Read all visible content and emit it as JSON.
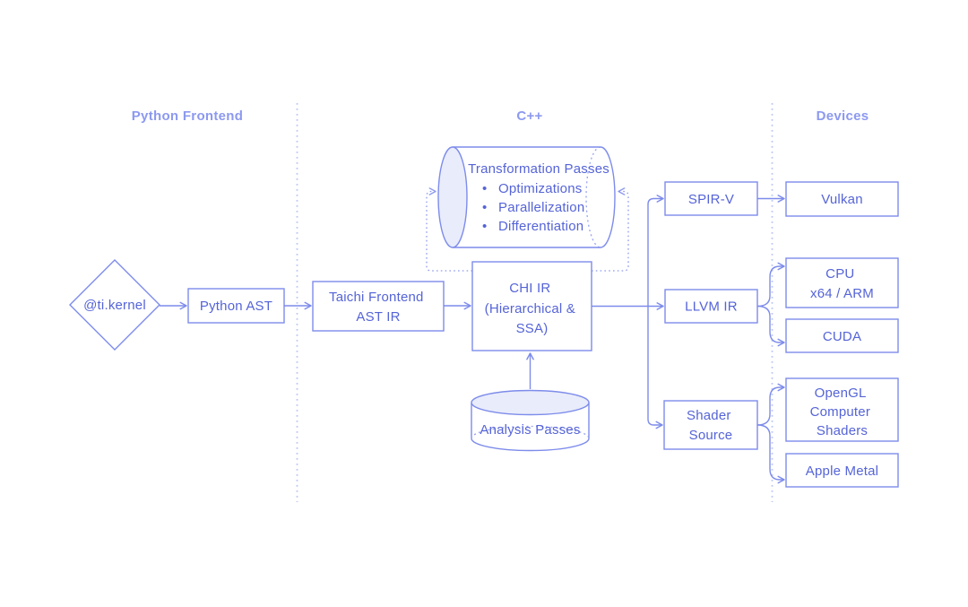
{
  "headers": {
    "python_frontend": "Python Frontend",
    "cpp": "C++",
    "devices": "Devices"
  },
  "nodes": {
    "ti_kernel": {
      "label": "@ti.kernel"
    },
    "python_ast": {
      "label": "Python AST"
    },
    "taichi_frontend": {
      "lines": [
        "Taichi Frontend",
        "AST IR"
      ]
    },
    "chi_ir": {
      "lines": [
        "CHI IR",
        "(Hierarchical &",
        "SSA)"
      ]
    },
    "transformation_passes": {
      "title": "Transformation Passes",
      "bullet": "•",
      "bullets": [
        "Optimizations",
        "Parallelization",
        "Differentiation"
      ]
    },
    "analysis_passes": {
      "label": "Analysis Passes"
    },
    "spir_v": {
      "label": "SPIR-V"
    },
    "llvm_ir": {
      "label": "LLVM IR"
    },
    "shader_source": {
      "lines": [
        "Shader",
        "Source"
      ]
    },
    "vulkan": {
      "label": "Vulkan"
    },
    "cpu": {
      "lines": [
        "CPU",
        "x64 / ARM"
      ]
    },
    "cuda": {
      "label": "CUDA"
    },
    "opengl": {
      "lines": [
        "OpenGL",
        "Computer",
        "Shaders"
      ]
    },
    "apple_metal": {
      "label": "Apple Metal"
    }
  },
  "colors": {
    "background": "#ffffff",
    "shape_stroke": "#7d8ceb",
    "node_text": "#5564d7",
    "header_text": "#8c99f0",
    "divider": "#bcc7f4",
    "dotted_edge": "#8d9aee",
    "cylinder_fill": "#e9ecfa"
  }
}
